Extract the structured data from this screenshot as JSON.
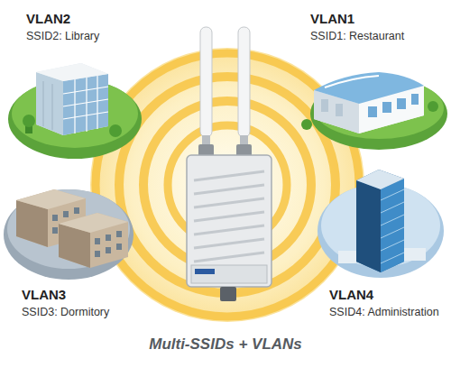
{
  "diagram": {
    "caption": "Multi-SSIDs + VLANs",
    "nodes": [
      {
        "text": [
          "VLAN2",
          "SSID2: Library"
        ]
      },
      {
        "text": [
          "VLAN1",
          "SSID1: Restaurant"
        ]
      },
      {
        "text": [
          "VLAN3",
          "SSID3: Dormitory"
        ]
      },
      {
        "text": [
          "VLAN4",
          "SSID4: Administration"
        ]
      }
    ]
  }
}
